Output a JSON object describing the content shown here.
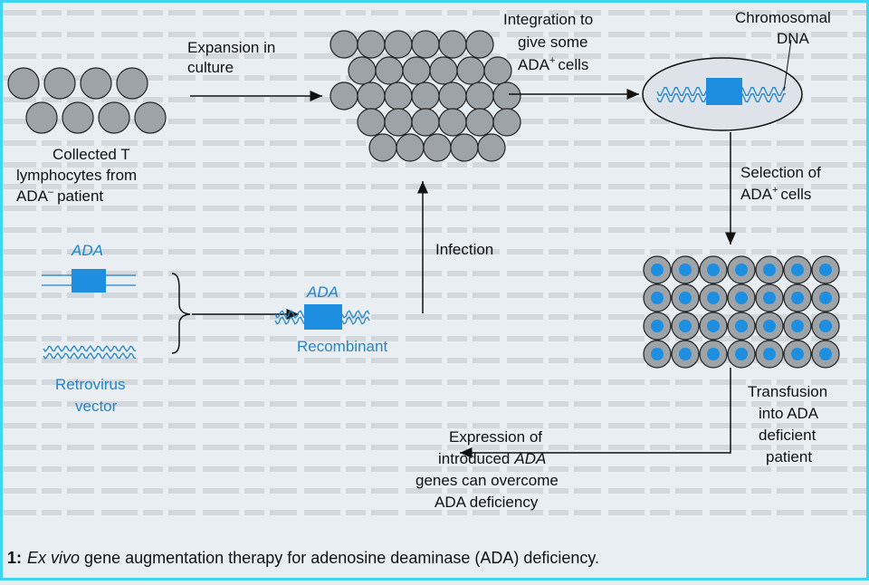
{
  "colors": {
    "cyan_border": "#3ed6f0",
    "gene_blue": "#1e8fe0",
    "cell_gray": "#9ea3a8",
    "text_blue": "#1f86c9"
  },
  "labels": {
    "expansion": [
      "Expansion in",
      "culture"
    ],
    "integration": [
      "Integration to",
      "give some"
    ],
    "integration_cells": "cells",
    "chromosomal": [
      "Chromosomal",
      "DNA"
    ],
    "collected": [
      "Collected T",
      "lymphocytes from"
    ],
    "patient": "patient",
    "selection": "Selection of",
    "selection_cells": "cells",
    "infection": "Infection",
    "ada": "ADA",
    "ada_gene": "ADA",
    "recombinant": "Recombinant",
    "retrovirus": [
      "Retrovirus",
      "vector"
    ],
    "transfusion": [
      "Transfusion",
      "into ADA",
      "deficient",
      "patient"
    ],
    "expression": [
      "Expression of",
      "introduced",
      "genes can overcome",
      "ADA deficiency"
    ],
    "plus": "+",
    "minus": "–"
  },
  "caption": {
    "number": "1:",
    "italic": "Ex vivo",
    "rest": "gene augmentation therapy for adenosine deaminase (ADA) deficiency."
  }
}
